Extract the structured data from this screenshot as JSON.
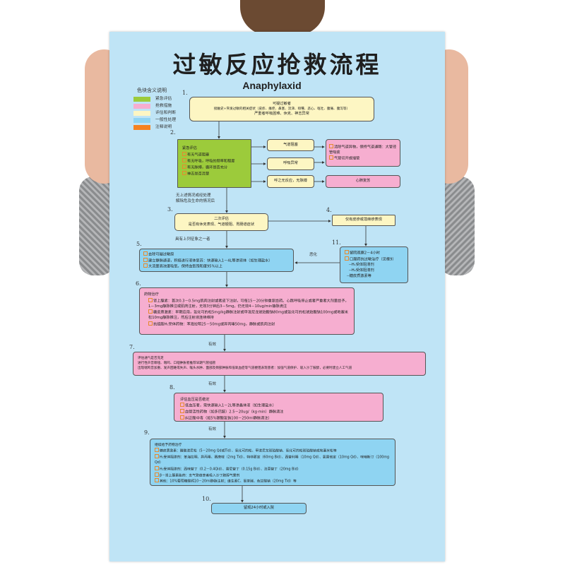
{
  "title": "过敏反应抢救流程",
  "subtitle": "Anaphylaxid",
  "legend": {
    "title": "色块含义说明",
    "items": [
      {
        "label": "紧急评估",
        "color": "#9ccb3b"
      },
      {
        "label": "抢救措施",
        "color": "#f6aed0"
      },
      {
        "label": "评估和判断",
        "color": "#fdf6c3"
      },
      {
        "label": "一般性处理",
        "color": "#8fd4f2"
      },
      {
        "label": "注释说明",
        "color": "#f58220"
      }
    ]
  },
  "steps": {
    "s1": {
      "num": "1.",
      "lines": [
        "可疑过敏者",
        "接触史+突发过敏的相关症状（皮疹、瘙痒、鼻塞、流涕、喷嚏、恶心、呕吐、腹痛、腹泻等）",
        "严重者呼吸困难、休克、神志异常"
      ]
    },
    "s2": {
      "num": "2.",
      "title": "紧急评估",
      "items": [
        "有无气道阻塞",
        "有无呼吸，呼吸的频率和程度",
        "有无脉搏，循环是否充分",
        "神志是否清楚"
      ]
    },
    "b_airway": "气道阻塞",
    "b_breath": "呼吸异常",
    "b_nopulse": "呼之无反应，无脉搏",
    "airway_action": [
      "清除气道异物，保持气道通畅：大管径管吸痰",
      "气管切开或插管"
    ],
    "cpr": "心肺复苏",
    "after2": [
      "无上述情况或经处理",
      "解除危及生命的情况后"
    ],
    "s3": {
      "num": "3.",
      "lines": [
        "二次评估",
        "是否有休克表现、气道梗阻、胃肠道症状"
      ]
    },
    "s4": {
      "num": "4.",
      "text": "仅有皮疹或荨麻疹表现"
    },
    "after3": "具有上列征象之一者",
    "s5": {
      "num": "5.",
      "items": [
        "去除可疑过敏原",
        "建立静脉通道，积极进行液体复苏：快速输入1－4L等渗液体（如生理盐水）",
        "大流量高浓度吸氧，保持血氧饱和度95%以上"
      ]
    },
    "worsen": "恶化",
    "s11": {
      "num": "11.",
      "items": [
        "留院观察2－4小时",
        "口服药抗过敏治疗（见框9）"
      ],
      "sub": [
        "--H₁受体阻滞剂",
        "--H₂受体阻滞剂",
        "--糖皮质激素等"
      ]
    },
    "s6": {
      "num": "6.",
      "title": "药物治疗",
      "items": [
        "肾上腺素：首次0.3－0.5mg肌肉注射或者皮下注射，可每15－20分钟重复给药。心跳呼吸停止或者严重者大剂量给予，1－3mg静脉推注或肌肉注射，无效3分钟后3－5mg，仍无效4－10ug/min静脉滴注",
        "糖皮质激素：早期应用，氢化可的松5mg/kg静脉注射或甲泼尼龙琥珀酸钠80mg或氢化可的松琥珀酸钠100mg或地塞米松10mg静脉推注，然后注射液连续维持",
        "抗组胺H₁受体药物：苯海拉明25－50mg或异丙嗪50mg，静脉或肌肉注射"
      ]
    },
    "effective": "有效",
    "s7": {
      "num": "7.",
      "lines": [
        "评估通气是否充足",
        "进行性声音嘶哑、喘鸣、口咽肿胀者推荐早期气管插管",
        "出现喘鸣音加重、发声困难或失声、喉头水肿、面部及颈部肿胀和低氧血症等气道梗阻表现患者：加强气道保护、吸入沙丁胺醇，必要时建立人工气道"
      ]
    },
    "s8": {
      "num": "8.",
      "title": "评估血压是否稳定",
      "items": [
        "低血压者，需快速输入1－2L等渗晶体液（如生理盐水）",
        "血管活性药物（如多巴胺）2.5－20ug/（kg·min）静脉滴注",
        "纠正酸中毒（如5%碳酸氢钠100－250ml静脉滴注）"
      ]
    },
    "s9": {
      "num": "9.",
      "title": "继续给予药物治疗",
      "items": [
        "糖皮质激素：醋酸泼尼松（5－20mg Qd或Tid）、氢化可的松、甲泼尼龙琥珀酸钠、氢化可的松琥珀酸钠或地塞米松等",
        "H₁受体阻滞剂：苯海拉明、异丙嗪、赛庚啶（2mg Tid）、特非那定（60mg Bid）、西替利嗪（10mg Qd）、氯雷他定（10mg Qd）、咪唑斯汀（100mg Qd）",
        "H₂受体阻滞剂：西咪替丁（0.2－0.4Qid）、雷尼替丁（0.15g Bid）、法莫替丁（20mg Bid）",
        "β－肾上腺素能药：支气管痉挛者吸入沙丁胺醇气雾剂",
        "其他：10%葡萄糖酸钙10－20ml静脉注射；维生素C、氨茶碱、色甘酸钠（20mg Tid）等"
      ]
    },
    "s10": {
      "num": "10.",
      "text": "留观24小时或入院"
    }
  }
}
